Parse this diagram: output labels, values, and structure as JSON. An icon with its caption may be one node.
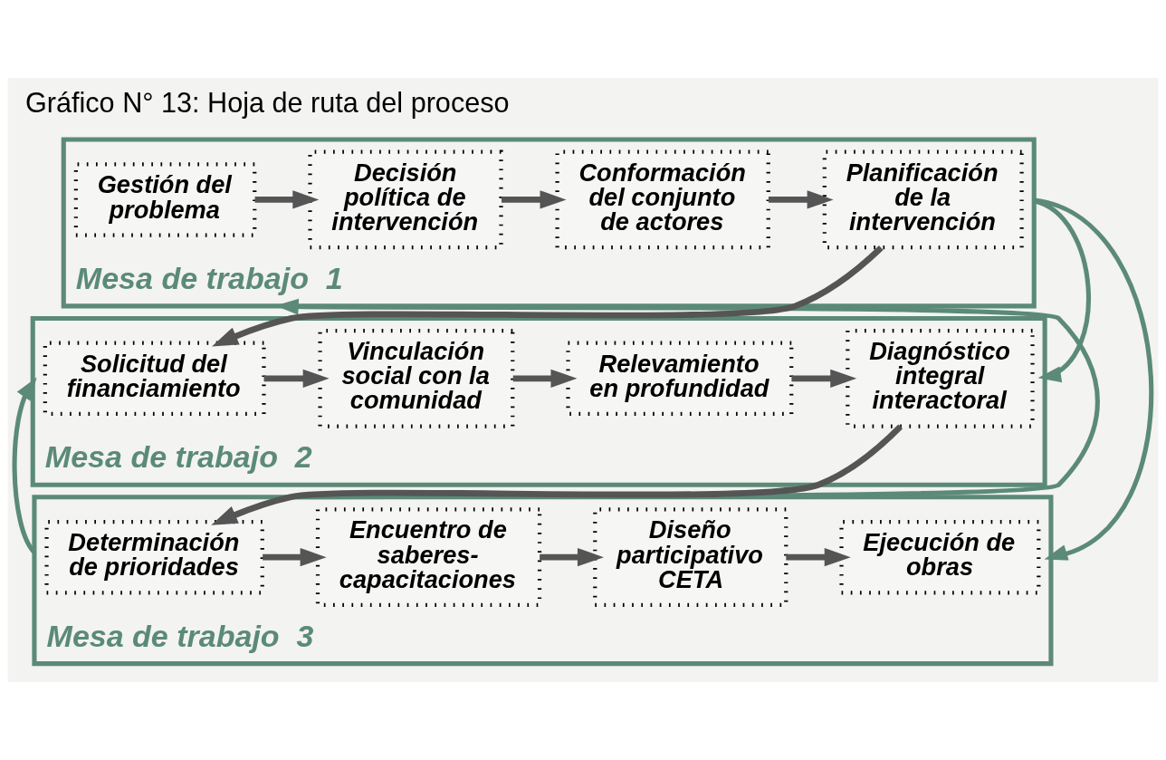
{
  "diagram": {
    "title": "Gráfico N° 13: Hoja de ruta del proceso",
    "nodes": [
      {
        "text": [
          "Mesa de trabajo  1"
        ]
      },
      {
        "text": [
          "Gestión del problema"
        ],
        "in": 0
      },
      {
        "text": [
          "Decisión política de intervención"
        ],
        "in": 0
      },
      {
        "text": [
          "Conformación del conjunto de actores"
        ],
        "in": 0
      },
      {
        "text": [
          "Planificación de la intervención"
        ],
        "in": 0
      },
      {
        "text": [
          "Mesa de trabajo  2"
        ]
      },
      {
        "text": [
          "Solicitud del financiamiento"
        ],
        "in": 5
      },
      {
        "text": [
          "Vinculación social con la comunidad"
        ],
        "in": 5
      },
      {
        "text": [
          "Relevamiento en profundidad"
        ],
        "in": 5
      },
      {
        "text": [
          "Diagnóstico integral interactoral"
        ],
        "in": 5
      },
      {
        "text": [
          "Mesa de trabajo  3"
        ]
      },
      {
        "text": [
          "Determinación de prioridades"
        ],
        "in": 10
      },
      {
        "text": [
          "Encuentro de saberes-capacitaciones"
        ],
        "in": 10
      },
      {
        "text": [
          "Diseño participativo CETA"
        ],
        "in": 10
      },
      {
        "text": [
          "Ejecución de obras"
        ],
        "in": 10
      }
    ],
    "edges": [
      {
        "from": 1,
        "to": 2,
        "arrow": "to"
      },
      {
        "from": 2,
        "to": 3,
        "arrow": "to"
      },
      {
        "from": 3,
        "to": 4,
        "arrow": "to"
      },
      {
        "from": 4,
        "to": 6,
        "arrow": "to"
      },
      {
        "from": 6,
        "to": 7,
        "arrow": "to"
      },
      {
        "from": 7,
        "to": 8,
        "arrow": "to"
      },
      {
        "from": 8,
        "to": 9,
        "arrow": "to"
      },
      {
        "from": 9,
        "to": 11,
        "arrow": "to"
      },
      {
        "from": 11,
        "to": 12,
        "arrow": "to"
      },
      {
        "from": 12,
        "to": 13,
        "arrow": "to"
      },
      {
        "from": 13,
        "to": 14,
        "arrow": "to"
      },
      {
        "from": 10,
        "to": 0,
        "arrow": "to",
        "color": "#5b8a78"
      },
      {
        "from": 10,
        "to": 5,
        "arrow": "to",
        "color": "#5b8a78"
      },
      {
        "from": 0,
        "to": 5,
        "arrow": "to",
        "color": "#5b8a78"
      },
      {
        "from": 0,
        "to": 10,
        "arrow": "to",
        "color": "#5b8a78"
      }
    ]
  }
}
